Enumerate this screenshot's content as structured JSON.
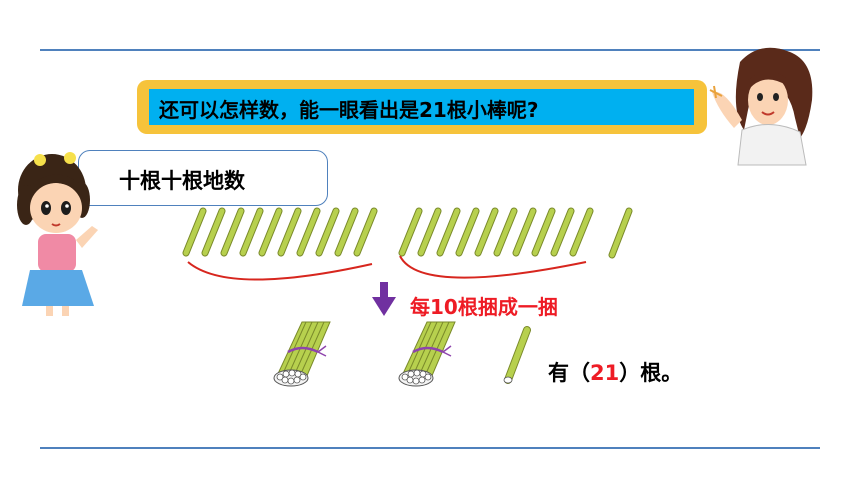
{
  "question": {
    "text": "还可以怎样数，能一眼看出是21根小棒呢?"
  },
  "speech": {
    "text": "十根十根地数"
  },
  "step": {
    "label": "每10根捆成一捆"
  },
  "answer": {
    "prefix": "有（",
    "number": "21",
    "suffix": "）根。"
  },
  "colors": {
    "rule": "#4f81bd",
    "question_frame": "#f6c33b",
    "question_fill": "#00b0f0",
    "stick": "#b7d04e",
    "brace": "#d7261e",
    "arrow": "#7030a0",
    "highlight": "#ee1c25"
  },
  "icons": [
    "teacher-figure",
    "girl-figure",
    "down-arrow-icon",
    "stick-bundle-icon",
    "single-stick-icon"
  ]
}
